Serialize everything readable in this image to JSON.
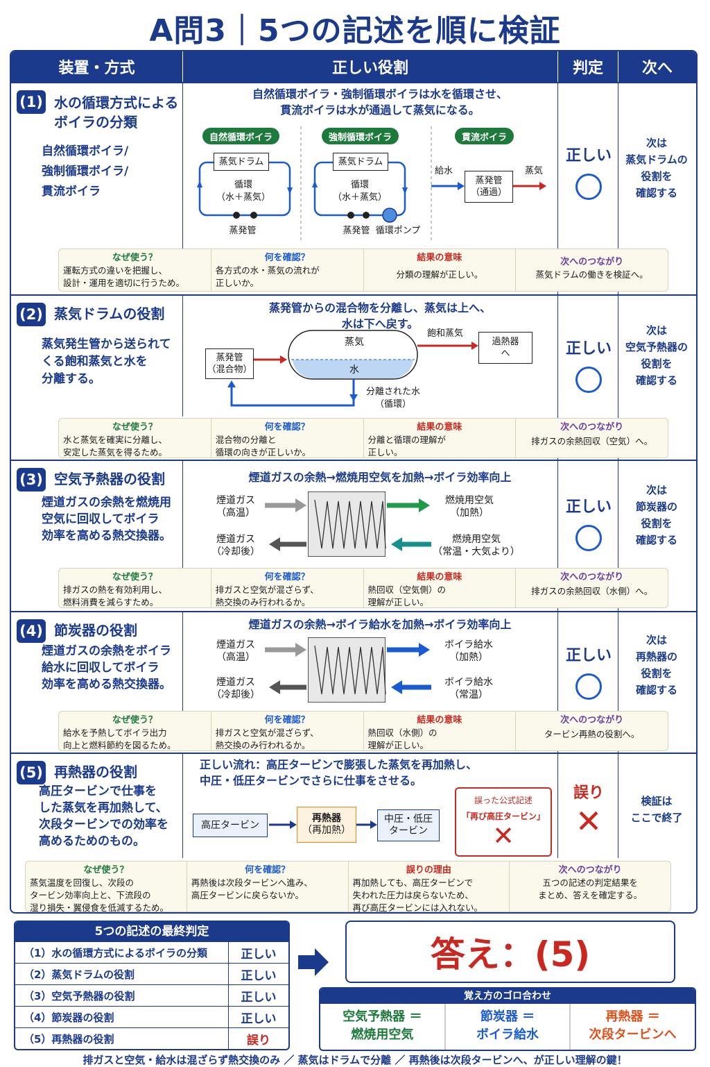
{
  "title": "A問3｜5つの記述を順に検証",
  "header": {
    "col1": "装置・方式",
    "col2": "正しい役割",
    "col3": "判定",
    "col4": "次へ"
  },
  "info_heads": {
    "why": "なぜ使う？",
    "check": "何を確認？",
    "meaning": "結果の意味",
    "next": "次へのつながり",
    "reason": "誤りの理由"
  },
  "sections": [
    {
      "num": "(1)",
      "title": [
        "水の循環方式による",
        "ボイラの分類"
      ],
      "desc": [
        "自然循環ボイラ/",
        "強制循環ボイラ/",
        "貫流ボイラ"
      ],
      "center": [
        "自然循環ボイラ・強制循環ボイラは水を循環させ、",
        "貫流ボイラは水が通過して蒸気になる。"
      ],
      "verdict": "正しい",
      "next": [
        "次は",
        "蒸気ドラムの",
        "役割を",
        "確認する"
      ],
      "diagram": {
        "pill1": "自然循環ボイラ",
        "pill2": "強制循環ボイラ",
        "pill3": "貫流ボイラ",
        "drum": "蒸気ドラム",
        "loop1": "循環",
        "loop2": "（水＋蒸気）",
        "tube": "蒸発管",
        "pump": "循環ポンプ",
        "feed": "給水",
        "out": "蒸気",
        "evap1": "蒸発管",
        "evap2": "（通過）"
      },
      "info": {
        "why": [
          "運転方式の違いを把握し、",
          "設計・運用を適切に行うため。"
        ],
        "check": [
          "各方式の水・蒸気の流れが",
          "正しいか。"
        ],
        "meaning": [
          "分類の理解が正しい。"
        ],
        "next": [
          "蒸気ドラムの働きを検証へ。"
        ]
      }
    },
    {
      "num": "(2)",
      "title": [
        "蒸気ドラムの役割"
      ],
      "desc": [
        "蒸気発生管から送られて",
        "くる飽和蒸気と水を",
        "分離する。"
      ],
      "center": [
        "蒸発管からの混合物を分離し、蒸気は上へ、",
        "水は下へ戻す。"
      ],
      "verdict": "正しい",
      "next": [
        "次は",
        "空気予熱器の",
        "役割を",
        "確認する"
      ],
      "diagram": {
        "in1": "蒸発管",
        "in2": "（混合物）",
        "steam": "蒸気",
        "water": "水",
        "sat": "飽和蒸気",
        "sh1": "過熱器",
        "sh2": "へ",
        "sep1": "分離された水",
        "sep2": "（循環）"
      },
      "info": {
        "why": [
          "水と蒸気を確実に分離し、",
          "安定した蒸気を得るため。"
        ],
        "check": [
          "混合物の分離と",
          "循環の向きが正しいか。"
        ],
        "meaning": [
          "分離と循環の理解が",
          "正しい。"
        ],
        "next": [
          "排ガスの余熱回収（空気）へ。"
        ]
      }
    },
    {
      "num": "(3)",
      "title": [
        "空気予熱器の役割"
      ],
      "desc": [
        "煙道ガスの余熱を燃焼用",
        "空気に回収してボイラ",
        "効率を高める熱交換器。"
      ],
      "center": [
        "煙道ガスの余熱→燃焼用空気を加熱→ボイラ効率向上"
      ],
      "verdict": "正しい",
      "next": [
        "次は",
        "節炭器の",
        "役割を",
        "確認する"
      ],
      "diagram": {
        "l1a": "煙道ガス",
        "l1b": "（高温）",
        "l2a": "煙道ガス",
        "l2b": "（冷却後）",
        "r1a": "燃焼用空気",
        "r1b": "（加熱）",
        "r2a": "燃焼用空気",
        "r2b": "（常温・大気より）"
      },
      "info": {
        "why": [
          "排ガスの熱を有効利用し、",
          "燃料消費を減らすため。"
        ],
        "check": [
          "排ガスと空気が混ざらず、",
          "熱交換のみ行われるか。"
        ],
        "meaning": [
          "熱回収（空気側）の",
          "理解が正しい。"
        ],
        "next": [
          "排ガスの余熱回収（水側）へ。"
        ]
      }
    },
    {
      "num": "(4)",
      "title": [
        "節炭器の役割"
      ],
      "desc": [
        "煙道ガスの余熱をボイラ",
        "給水に回収してボイラ",
        "効率を高める熱交換器。"
      ],
      "center": [
        "煙道ガスの余熱→ボイラ給水を加熱→ボイラ効率向上"
      ],
      "verdict": "正しい",
      "next": [
        "次は",
        "再熱器の",
        "役割を",
        "確認する"
      ],
      "diagram": {
        "l1a": "煙道ガス",
        "l1b": "（高温）",
        "l2a": "煙道ガス",
        "l2b": "（冷却後）",
        "r1a": "ボイラ給水",
        "r1b": "（加熱）",
        "r2a": "ボイラ給水",
        "r2b": "（常温）"
      },
      "info": {
        "why": [
          "給水を予熱してボイラ出力",
          "向上と燃料節約を図るため。"
        ],
        "check": [
          "排ガスと空気が混ざらず、",
          "熱交換のみ行われるか。"
        ],
        "meaning": [
          "熱回収（水側）の",
          "理解が正しい。"
        ],
        "next": [
          "タービン再熱の役割へ。"
        ]
      }
    },
    {
      "num": "(5)",
      "title": [
        "再熱器の役割"
      ],
      "desc": [
        "高圧タービンで仕事を",
        "した蒸気を再加熱して、",
        "次段タービンでの効率を",
        "高めるためのもの。"
      ],
      "center": [
        "正しい流れ：高圧タービンで膨張した蒸気を再加熱し、",
        "中圧・低圧タービンでさらに仕事をさせる。"
      ],
      "verdict": "誤り",
      "next": [
        "検証は",
        "ここで終了"
      ],
      "diagram": {
        "hp": "高圧タービン",
        "rh1": "再熱器",
        "rh2": "（再加熱）",
        "mp1": "中圧・低圧",
        "mp2": "タービン",
        "wrong_title": "誤った公式記述",
        "wrong_text": "「再び高圧タービン」",
        "mark": "✕"
      },
      "info": {
        "why": [
          "蒸気温度を回復し、次段の",
          "タービン効率向上と、下流段の",
          "湿り損失・翼侵食を低減するため。"
        ],
        "check": [
          "再熱後は次段タービンへ進み、",
          "高圧タービンに戻らないか。"
        ],
        "reason": [
          "再加熱しても、高圧タービンで",
          "失われた圧力は戻らないため、",
          "再び高圧タービンには入れない。"
        ],
        "next": [
          "五つの記述の判定結果を",
          "まとめ、答えを確定する。"
        ]
      }
    }
  ],
  "final": {
    "title": "5つの記述の最終判定",
    "rows": [
      {
        "label": "（1）水の循環方式によるボイラの分類",
        "verdict": "正しい"
      },
      {
        "label": "（2）蒸気ドラムの役割",
        "verdict": "正しい"
      },
      {
        "label": "（3）空気予熱器の役割",
        "verdict": "正しい"
      },
      {
        "label": "（4）節炭器の役割",
        "verdict": "正しい"
      },
      {
        "label": "（5）再熱器の役割",
        "verdict": "誤り"
      }
    ]
  },
  "answer": "答え：(5)",
  "goro": {
    "title": "覚え方のゴロ合わせ",
    "c1": [
      "空気予熱器 ＝",
      "燃焼用空気"
    ],
    "c2": [
      "節炭器 ＝",
      "ボイラ給水"
    ],
    "c3": [
      "再熱器 ＝",
      "次段タービンへ"
    ]
  },
  "footer": "排ガスと空気・給水は混ざらず熱交換のみ ／ 蒸気はドラムで分離 ／ 再熱後は次段タービンへ、が正しい理解の鍵！",
  "colors": {
    "navy": "#1b3a8c",
    "blue": "#1b5bd1",
    "red": "#c8281f",
    "green": "#1e7a3c"
  }
}
